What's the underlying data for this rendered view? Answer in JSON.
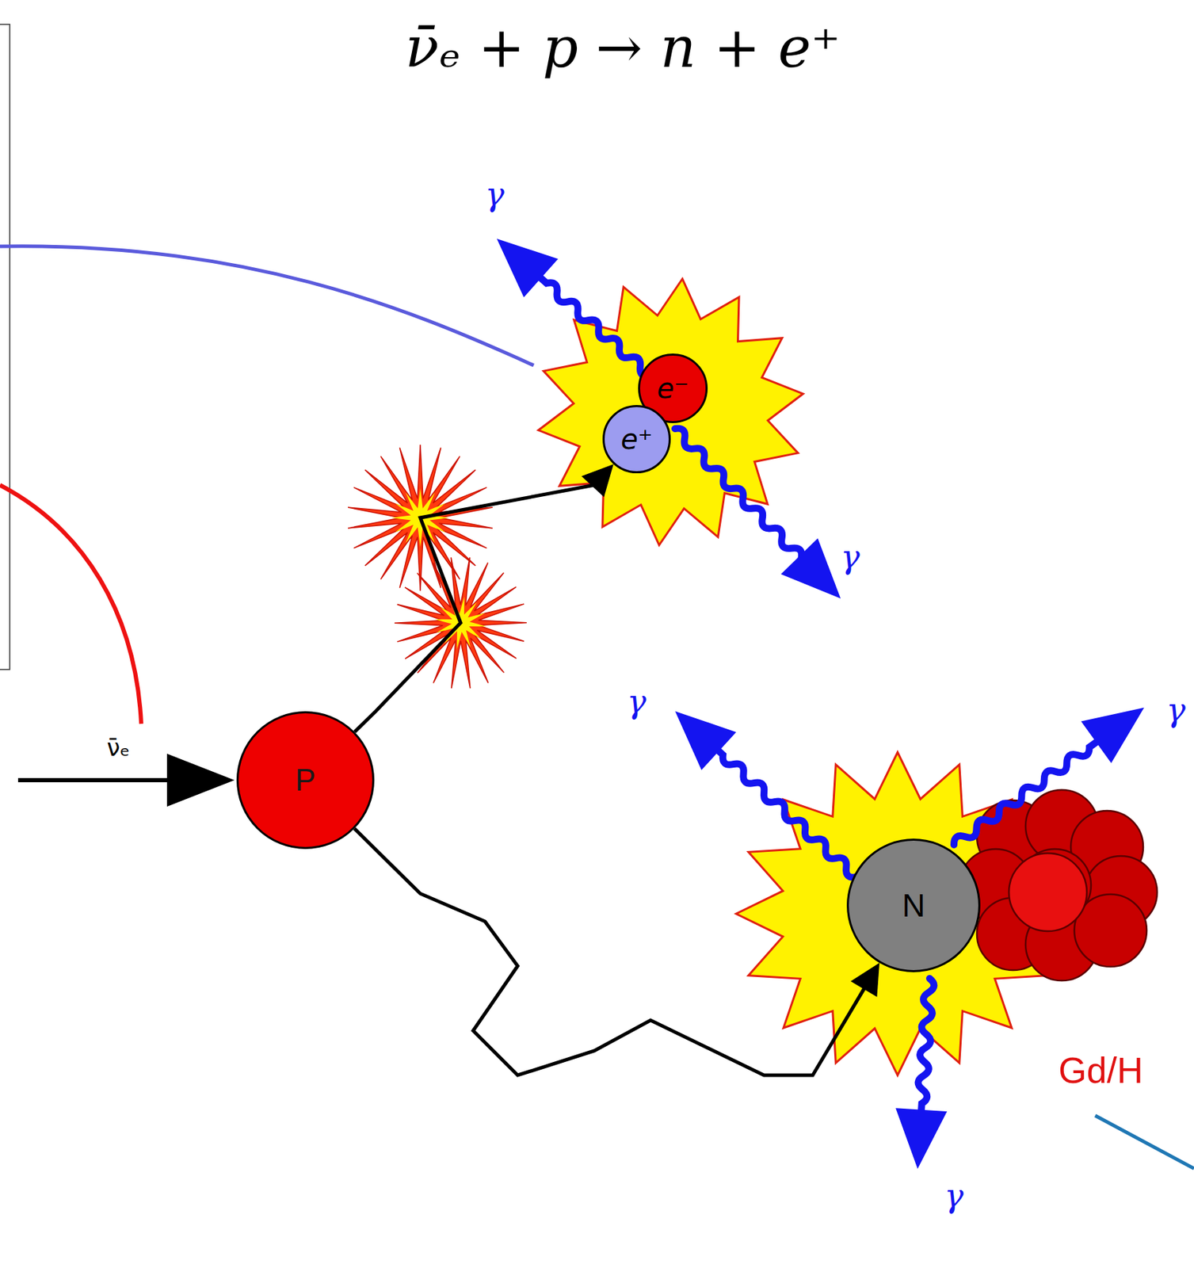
{
  "diagram": {
    "title": "ν̄ₑ + p → n + e⁺",
    "nodes": [
      {
        "text": [
          "e⁻"
        ]
      },
      {
        "text": [
          "e⁺"
        ]
      },
      {
        "text": [
          "P"
        ]
      },
      {
        "text": [
          "N"
        ]
      }
    ],
    "edges": [
      {
        "from": 2,
        "to": 1,
        "arrow": "to"
      },
      {
        "from": 2,
        "to": 3,
        "arrow": "to"
      }
    ],
    "labels": [
      "γ",
      "γ",
      "γ",
      "γ",
      "ν̄ₑ",
      "Gd/H",
      "γ"
    ]
  }
}
